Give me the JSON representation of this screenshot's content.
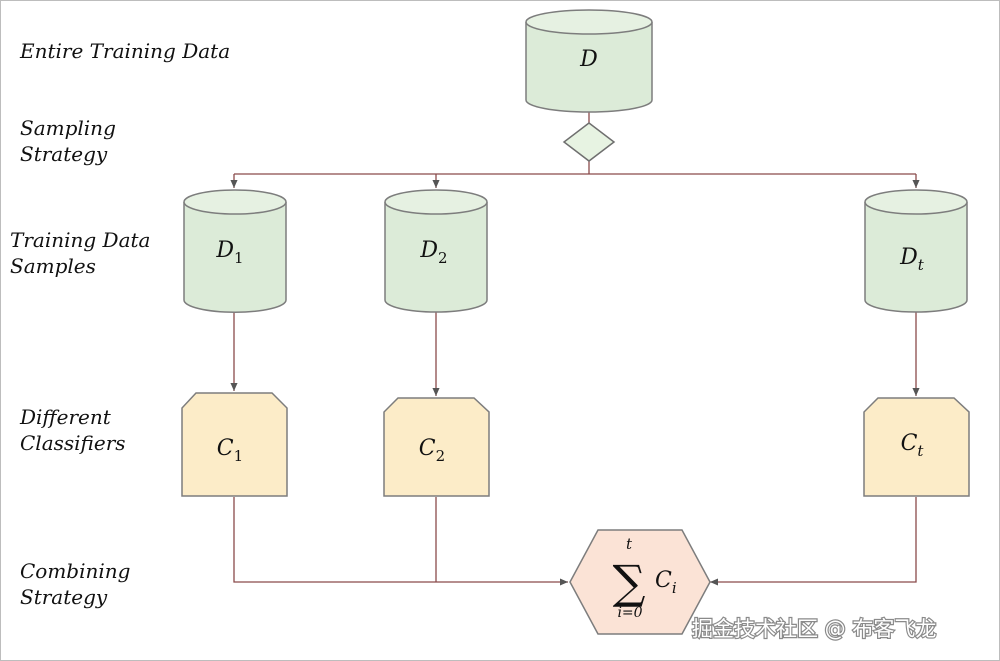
{
  "rows": {
    "entire": "Entire Training Data",
    "sampling": [
      "Sampling",
      "Strategy"
    ],
    "samples": [
      "Training Data",
      "Samples"
    ],
    "classifiers": [
      "Different",
      "Classifiers"
    ],
    "combining": [
      "Combining",
      "Strategy"
    ]
  },
  "nodes": {
    "dataset": "D",
    "sample_main": "D",
    "sample_subs": [
      "1",
      "2",
      "t"
    ],
    "classifier_main": "C",
    "classifier_subs": [
      "1",
      "2",
      "t"
    ]
  },
  "combiner": {
    "sum_symbol": "∑",
    "upper": "t",
    "lower": "i=0",
    "term": "C",
    "term_sub": "i"
  },
  "watermark": "掘金技术社区 @ 布客飞龙",
  "colors": {
    "cylinder_fill": "#dcebd8",
    "classifier_fill": "#fcecc8",
    "combiner_fill": "#fbe3d6",
    "edge": "#8a4a4a"
  }
}
